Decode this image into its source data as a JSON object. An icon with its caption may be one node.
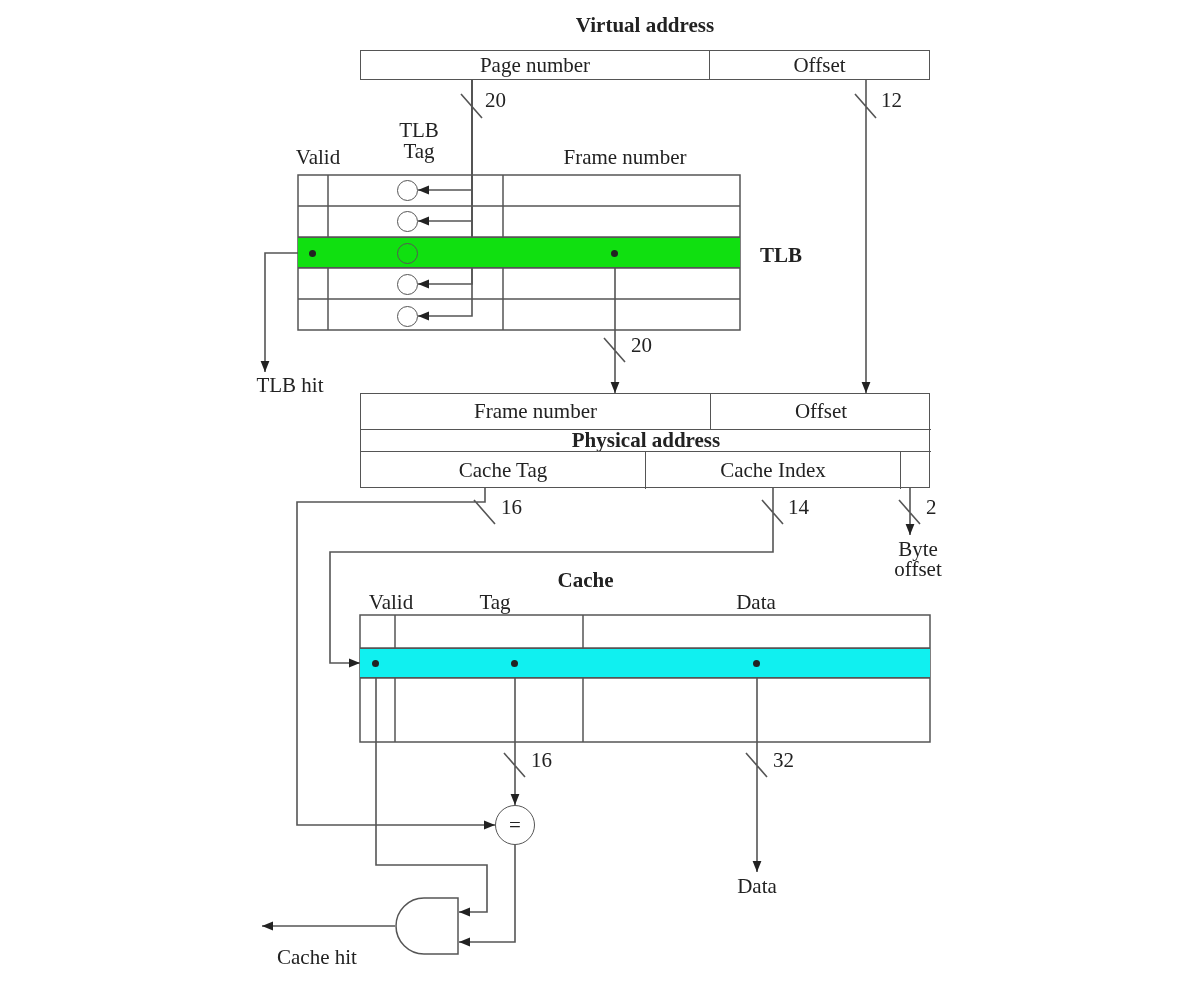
{
  "diagram": {
    "nodes": [
      {
        "text": [
          "Virtual address"
        ]
      },
      {
        "text": [
          "Page number"
        ],
        "in": 0
      },
      {
        "text": [
          "Offset"
        ],
        "in": 0
      },
      {
        "text": [
          "Valid",
          "TLB Tag",
          "Frame number"
        ],
        "beside": [
          "TLB"
        ]
      },
      {
        "text": [],
        "shape": "circle",
        "in": 3
      },
      {
        "text": [],
        "shape": "circle",
        "in": 3
      },
      {
        "text": [],
        "shape": "bar",
        "in": 3
      },
      {
        "text": [],
        "shape": "circle",
        "in": 6
      },
      {
        "text": [],
        "shape": "circle",
        "in": 3
      },
      {
        "text": [],
        "shape": "circle",
        "in": 3
      },
      {
        "text": [
          "TLB hit"
        ]
      },
      {
        "text": [
          "Physical address"
        ]
      },
      {
        "text": [
          "Frame number"
        ],
        "in": 11
      },
      {
        "text": [
          "Offset"
        ],
        "in": 11
      },
      {
        "text": [
          "Cache Tag"
        ],
        "in": 11
      },
      {
        "text": [
          "Cache Index"
        ],
        "in": 11
      },
      {
        "text": [],
        "shape": "box",
        "in": 11
      },
      {
        "text": [
          "Byte offset"
        ]
      },
      {
        "text": [
          "Cache",
          "Valid",
          "Tag",
          "Data"
        ]
      },
      {
        "text": [],
        "shape": "bar",
        "in": 18
      },
      {
        "text": [
          "="
        ]
      },
      {
        "text": [],
        "shape": "gate"
      },
      {
        "text": [
          "Cache hit"
        ]
      },
      {
        "text": [
          "Data"
        ]
      }
    ],
    "edges": [
      {
        "from": 1,
        "to": 4,
        "arrow": "to",
        "label": "20"
      },
      {
        "from": 1,
        "to": 5,
        "arrow": "to"
      },
      {
        "from": 1,
        "to": 7,
        "arrow": "to"
      },
      {
        "from": 1,
        "to": 8,
        "arrow": "to"
      },
      {
        "from": 1,
        "to": 9,
        "arrow": "to"
      },
      {
        "from": 2,
        "to": 13,
        "arrow": "to",
        "label": "12"
      },
      {
        "from": 6,
        "to": 10,
        "arrow": "to"
      },
      {
        "from": 6,
        "to": 12,
        "arrow": "to",
        "label": "20"
      },
      {
        "from": 14,
        "to": 20,
        "arrow": "to",
        "label": "16"
      },
      {
        "from": 15,
        "to": 19,
        "arrow": "to",
        "label": "14"
      },
      {
        "from": 16,
        "to": 17,
        "arrow": "to",
        "label": "2"
      },
      {
        "from": 19,
        "to": 20,
        "arrow": "to",
        "label": "16"
      },
      {
        "from": 19,
        "to": 21,
        "arrow": "to"
      },
      {
        "from": 20,
        "to": 21,
        "arrow": "to"
      },
      {
        "from": 21,
        "to": 22,
        "arrow": "to"
      },
      {
        "from": 19,
        "to": 23,
        "arrow": "to",
        "label": "32"
      }
    ]
  }
}
